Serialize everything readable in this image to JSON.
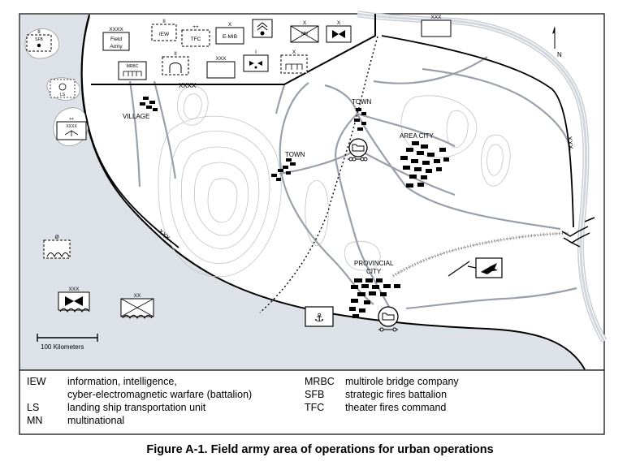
{
  "map": {
    "north_label": "N",
    "place_labels": {
      "village": "VILLAGE",
      "town_north": "TOWN",
      "town_west": "TOWN",
      "area_city": "AREA CITY",
      "provincial_city": [
        "PROVINCIAL",
        "CITY"
      ]
    },
    "boundary_labels": {
      "field_army": "XXXX",
      "corps_west": "XXX",
      "corps_east": "XXX"
    },
    "units": {
      "field_army": {
        "echelon": "XXXX",
        "line1": "Field",
        "line2": "Army"
      },
      "iew": {
        "echelon": "II",
        "label": "IEW"
      },
      "tfc": {
        "echelon": "++",
        "label": "TFC"
      },
      "emib": {
        "echelon": "X",
        "label": "E-MIB"
      },
      "mrbc": {
        "label": "MRBC"
      },
      "unit_ii": {
        "echelon": "II"
      },
      "unit_xxx": {
        "echelon": "XXX"
      },
      "unit_i": {
        "echelon": "I"
      },
      "unit_x_dashed": {
        "echelon": "X"
      },
      "mn": {
        "echelon": "X",
        "label": "MN"
      },
      "unit_x_bowtie": {
        "echelon": "X"
      },
      "corps_top": {
        "echelon": "XXX"
      },
      "sfb": {
        "echelon": "II",
        "label": "SFB"
      },
      "ls": {
        "label": "LS"
      },
      "theater": {
        "echelon": "++",
        "label": "XXXX"
      },
      "amphib": {
        "echelon": "Ø"
      },
      "marine_xxx": {
        "echelon": "XXX"
      },
      "marine_xx": {
        "echelon": "XX"
      }
    },
    "scale_label": "100 Kilometers"
  },
  "legend": [
    {
      "abbr": "IEW",
      "line1": "information, intelligence,",
      "line2": "cyber-electromagnetic warfare (battalion)"
    },
    {
      "abbr": "LS",
      "line1": "landing ship transportation unit"
    },
    {
      "abbr": "MN",
      "line1": "multinational"
    },
    {
      "abbr": "MRBC",
      "line1": "multirole bridge company"
    },
    {
      "abbr": "SFB",
      "line1": "strategic fires battalion"
    },
    {
      "abbr": "TFC",
      "line1": "theater fires command"
    }
  ],
  "caption": "Figure A-1. Field army area of operations for urban operations"
}
